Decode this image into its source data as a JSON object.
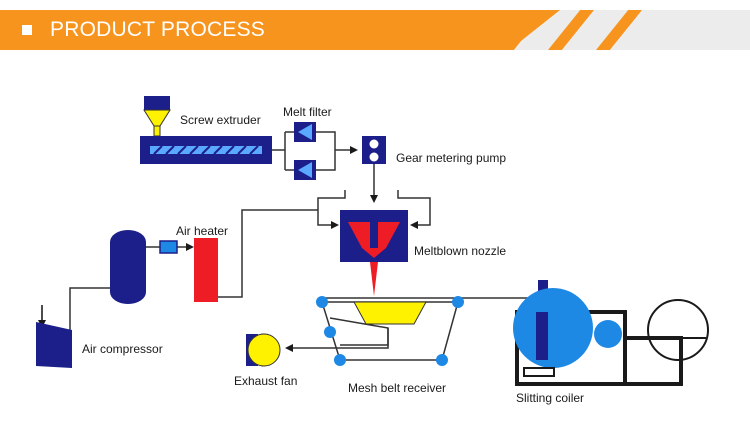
{
  "header": {
    "title": "PRODUCT PROCESS"
  },
  "labels": {
    "screw_extruder": "Screw extruder",
    "melt_filter": "Melt filter",
    "gear_metering_pump": "Gear metering pump",
    "air_heater": "Air heater",
    "meltblown_nozzle": "Meltblown nozzle",
    "air_compressor": "Air compressor",
    "exhaust_fan": "Exhaust fan",
    "mesh_belt_receiver": "Mesh belt receiver",
    "slitting_coiler": "Slitting coiler"
  },
  "colors": {
    "accent": "#f7941d",
    "equipment_blue": "#1c1f8a",
    "roller_blue": "#1e88e5",
    "melt_red": "#ee1c25",
    "hopper_yellow": "#fff200"
  }
}
